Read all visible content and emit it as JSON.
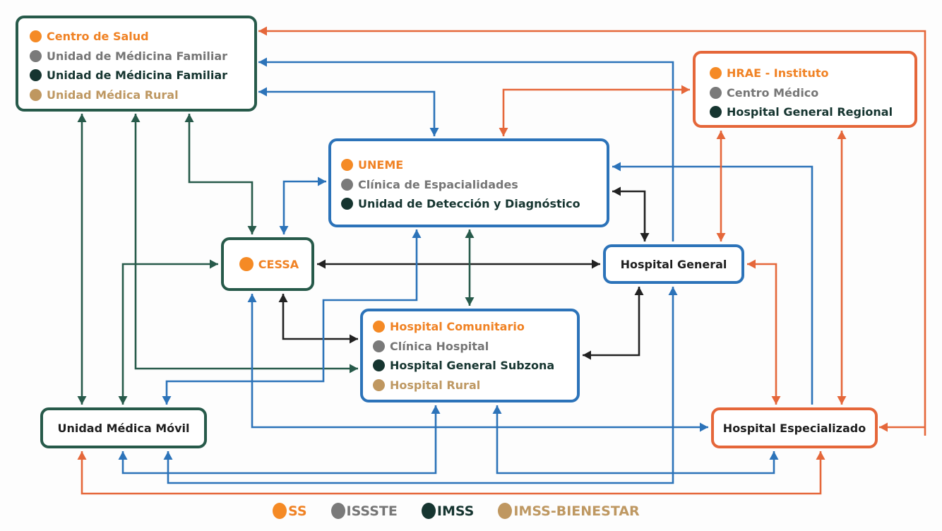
{
  "colors": {
    "ss": "#f58a25",
    "issste": "#7a7a7a",
    "imss": "#163530",
    "imss_bienestar": "#bf9760",
    "edge_green": "#275a4a",
    "edge_blue": "#2c73b9",
    "edge_orange": "#e5673a",
    "edge_black": "#222222"
  },
  "nodes": {
    "primer_nivel": {
      "items": [
        {
          "label": "Centro de Salud",
          "institution": "SS"
        },
        {
          "label": "Unidad de Médicina Familiar",
          "institution": "ISSSTE"
        },
        {
          "label": "Unidad de Médicina Familiar",
          "institution": "IMSS"
        },
        {
          "label": "Unidad Médica Rural",
          "institution": "IMSS-BIENESTAR"
        }
      ]
    },
    "hrae": {
      "items": [
        {
          "label": "HRAE - Instituto",
          "institution": "SS"
        },
        {
          "label": "Centro Médico",
          "institution": "ISSSTE"
        },
        {
          "label": "Hospital General Regional",
          "institution": "IMSS"
        }
      ]
    },
    "uneme": {
      "items": [
        {
          "label": "UNEME",
          "institution": "SS"
        },
        {
          "label": "Clínica de Espacialidades",
          "institution": "ISSSTE"
        },
        {
          "label": "Unidad de Detección y Diagnóstico",
          "institution": "IMSS"
        }
      ]
    },
    "cessa": {
      "items": [
        {
          "label": "CESSA",
          "institution": "SS"
        }
      ]
    },
    "hospital_general": {
      "label": "Hospital General"
    },
    "hospital_comunitario": {
      "items": [
        {
          "label": "Hospital Comunitario",
          "institution": "SS"
        },
        {
          "label": "Clínica Hospital",
          "institution": "ISSSTE"
        },
        {
          "label": "Hospital General Subzona",
          "institution": "IMSS"
        },
        {
          "label": "Hospital Rural",
          "institution": "IMSS-BIENESTAR"
        }
      ]
    },
    "unidad_movil": {
      "label": "Unidad Médica Móvil"
    },
    "hospital_especializado": {
      "label": "Hospital Especializado"
    }
  },
  "legend": [
    {
      "label": "SS"
    },
    {
      "label": "ISSSTE"
    },
    {
      "label": "IMSS"
    },
    {
      "label": "IMSS-BIENESTAR"
    }
  ],
  "edges": [
    {
      "from": "Hospital Especializado",
      "to": "Centro de Salud",
      "color": "orange"
    },
    {
      "from": "Hospital General",
      "to": "Unidad de Médicina Familiar",
      "color": "blue"
    },
    {
      "from": "Primer nivel",
      "to": "UNEME",
      "color": "blue",
      "bidirectional": true
    },
    {
      "from": "UNEME",
      "to": "HRAE - Instituto",
      "color": "orange",
      "bidirectional": true
    },
    {
      "from": "Primer nivel",
      "to": "Unidad Médica Móvil",
      "color": "green",
      "bidirectional": true
    },
    {
      "from": "Primer nivel",
      "to": "Hospital Comunitario",
      "color": "green",
      "bidirectional": true
    },
    {
      "from": "Primer nivel",
      "to": "CESSA",
      "color": "green",
      "bidirectional": true
    },
    {
      "from": "CESSA",
      "to": "UNEME",
      "color": "blue",
      "bidirectional": true
    },
    {
      "from": "Unidad Médica Móvil",
      "to": "CESSA",
      "color": "green",
      "bidirectional": true
    },
    {
      "from": "CESSA",
      "to": "Hospital General",
      "color": "black",
      "bidirectional": true
    },
    {
      "from": "CESSA",
      "to": "Hospital Comunitario",
      "color": "black",
      "bidirectional": true
    },
    {
      "from": "UNEME",
      "to": "Hospital General",
      "color": "black",
      "bidirectional": true
    },
    {
      "from": "Hospital Especializado",
      "to": "UNEME",
      "color": "blue"
    },
    {
      "from": "UNEME",
      "to": "Hospital Comunitario",
      "color": "green",
      "bidirectional": true
    },
    {
      "from": "UNEME",
      "to": "Unidad Médica Móvil",
      "color": "blue",
      "bidirectional": true
    },
    {
      "from": "Hospital General",
      "to": "Hospital Comunitario",
      "color": "black",
      "bidirectional": true
    },
    {
      "from": "HRAE - Instituto",
      "to": "Hospital General",
      "color": "orange",
      "bidirectional": true
    },
    {
      "from": "HRAE - Instituto",
      "to": "Hospital Especializado",
      "color": "orange",
      "bidirectional": true
    },
    {
      "from": "Hospital General",
      "to": "Hospital Especializado",
      "color": "orange",
      "bidirectional": true
    },
    {
      "from": "CESSA",
      "to": "Hospital Especializado",
      "color": "blue",
      "bidirectional": true
    },
    {
      "from": "Hospital Comunitario",
      "to": "Unidad Médica Móvil",
      "color": "blue",
      "bidirectional": true
    },
    {
      "from": "Hospital Comunitario",
      "to": "Hospital Especializado",
      "color": "blue",
      "bidirectional": true
    },
    {
      "from": "Hospital General",
      "to": "Unidad Médica Móvil",
      "color": "blue"
    },
    {
      "from": "Hospital Especializado",
      "to": "Unidad Médica Móvil",
      "color": "orange",
      "bidirectional": true
    }
  ]
}
